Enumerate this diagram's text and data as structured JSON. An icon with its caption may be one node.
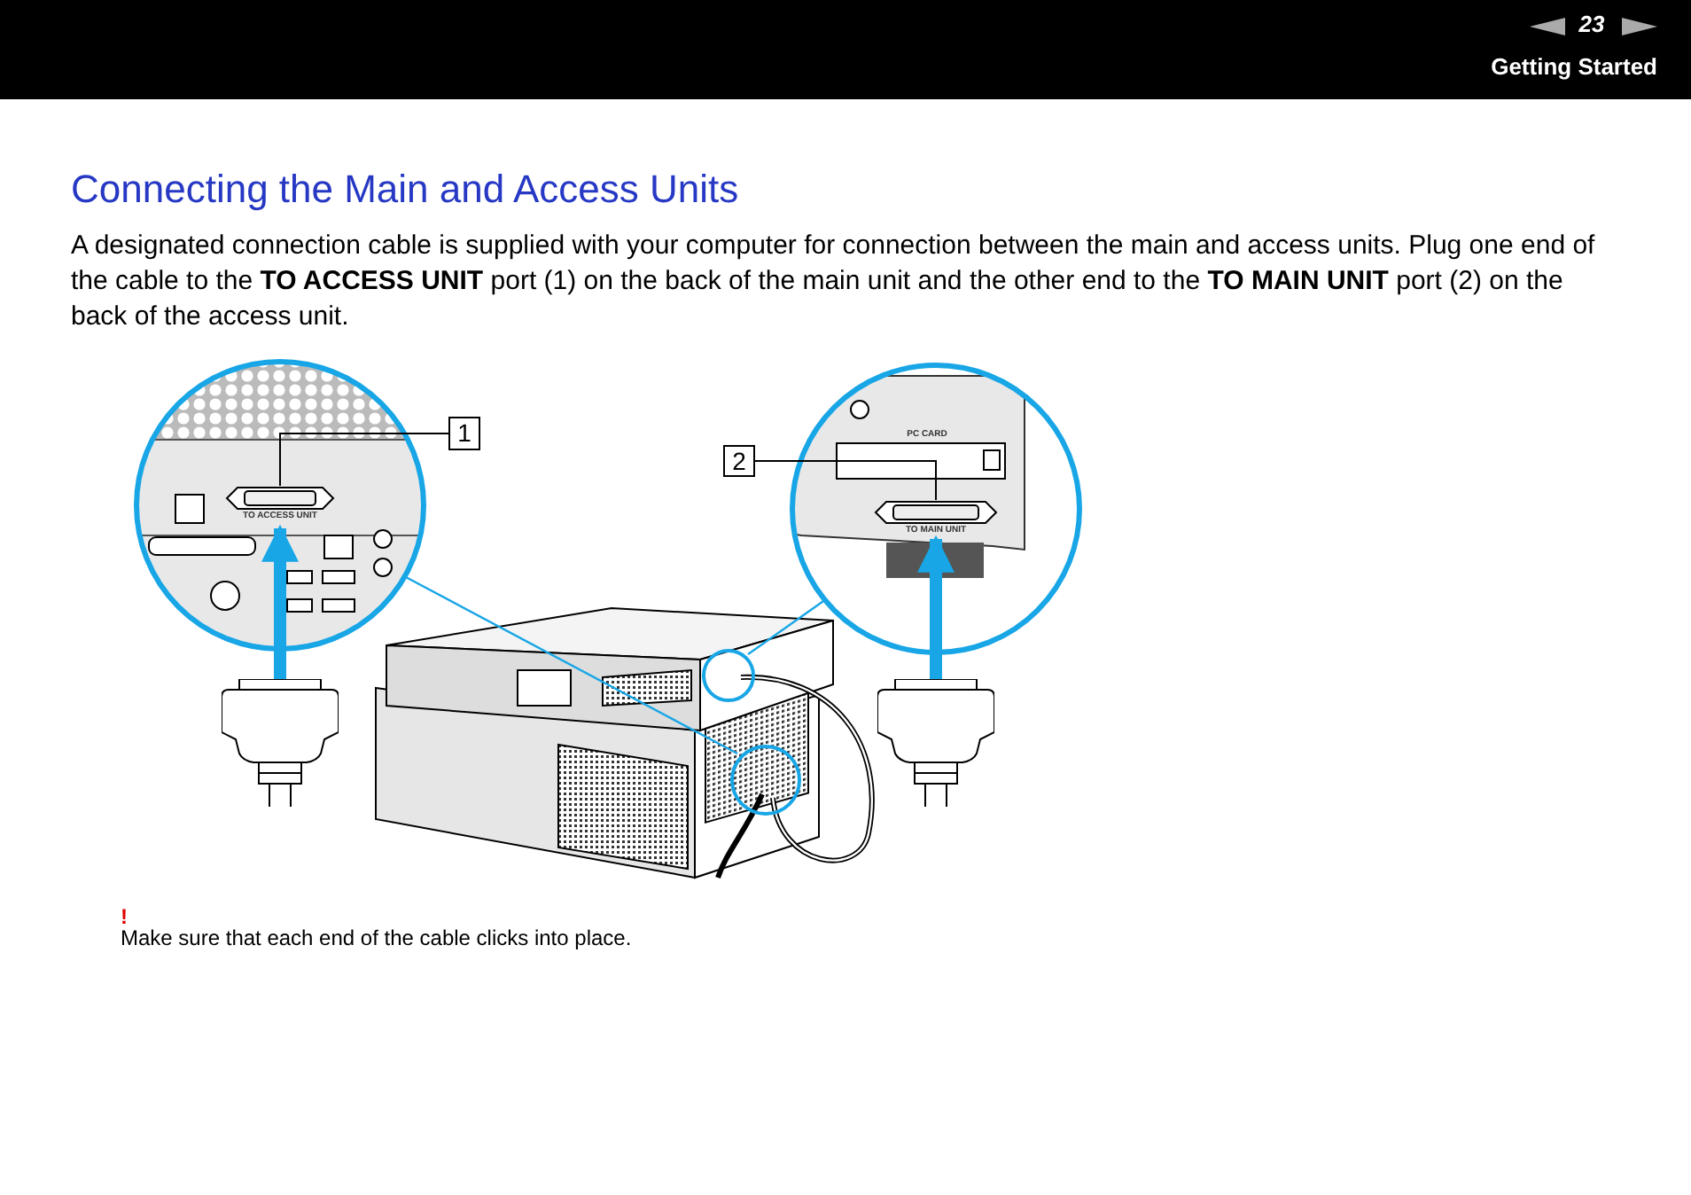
{
  "diagram": {
    "title": "Connecting the Main and Access Units",
    "nodes": [
      {
        "text": [
          "1"
        ]
      },
      {
        "text": [
          "TO ACCESS UNIT"
        ]
      },
      {
        "text": [
          "2"
        ]
      },
      {
        "text": [
          "TO MAIN UNIT"
        ]
      },
      {
        "text": [],
        "shape": "plug"
      },
      {
        "text": [],
        "shape": "plug"
      }
    ],
    "edges": [
      {
        "from": 0,
        "to": 1,
        "arrow": "none"
      },
      {
        "from": 2,
        "to": 3,
        "arrow": "none"
      },
      {
        "from": 4,
        "to": 1,
        "arrow": "to",
        "style": "thick",
        "color": "#18a6e6"
      },
      {
        "from": 5,
        "to": 3,
        "arrow": "to",
        "style": "thick",
        "color": "#18a6e6"
      }
    ],
    "labels": [
      "23",
      "Getting Started",
      "A designated connection cable is supplied with your computer for connection between the main and access units. Plug one end of the cable to the **TO ACCESS UNIT** port (1) on the back of the main unit and the other end to the **TO MAIN UNIT** port (2) on the back of the access unit.",
      "PC CARD",
      "!",
      "Make sure that each end of the cable clicks into place."
    ]
  }
}
